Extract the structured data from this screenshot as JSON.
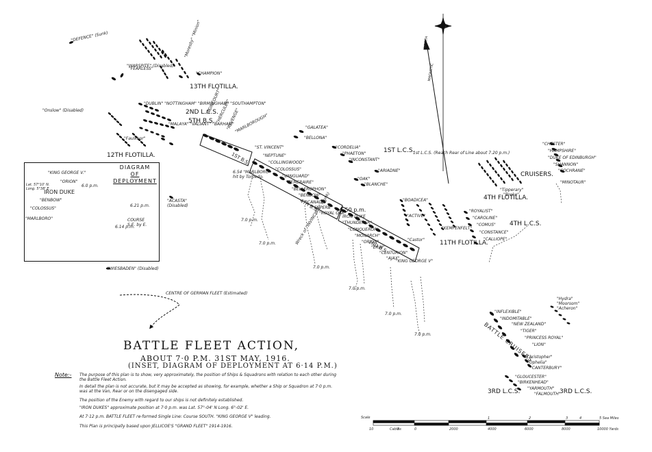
{
  "title": "BATTLE FLEET ACTION,",
  "subtitle": "ABOUT 7·0 P.M. 31ST MAY, 1916.",
  "subtitle2": "(INSET, DIAGRAM OF DEPLOYMENT AT 6·14 P.M.)",
  "note_heading": "Note:-",
  "notes": [
    "The purpose of this plan is to show, very approximately, the position of Ships & Squadrons with relation to each other during the Battle Fleet Action.",
    "In detail the plan is not accurate, but it may be accepted as showing, for example, whether a Ship or Squadron at 7·0 p.m. was at the Van, Rear or on the disengaged side.",
    "The position of the Enemy with regard to our ships is not definitely established.",
    "\"IRON DUKES\" approximate position at 7·0 p.m. was Lat. 57°-04' N Long. 6°-02' E.",
    "At 7·12 p.m. BATTLE FLEET re-formed Single Line: Course SOUTH. \"KING GEORGE V\" leading.",
    "This Plan is principally based upon JELLICOE'S \"GRAND FLEET\" 1914-1916."
  ],
  "compass": {
    "north": "NORTH",
    "magnetic": "MAGNETIC"
  },
  "inset": {
    "title_line1": "DIAGRAM",
    "title_line2": "OF",
    "title_line3": "DEPLOYMENT",
    "latlong": "Lat. 57°10' N. Long. 5°38' E.",
    "ships": [
      "\"KING GEORGE V.\"",
      "\"ORION\"",
      "IRON DUKE",
      "\"BENBOW\"",
      "\"COLOSSUS\"",
      "\"MARLBORO\""
    ],
    "times": [
      "6.0 p.m.",
      "6.21 p.m.",
      "6.14 p.m."
    ],
    "course": "COURSE S.E. by E."
  },
  "units": [
    {
      "text": "13TH FLOTILLA."
    },
    {
      "text": "2ND L.C.S."
    },
    {
      "text": "5TH B.S."
    },
    {
      "text": "12TH FLOTILLA."
    },
    {
      "text": "1ST L.C.S."
    },
    {
      "text": "4TH FLOTILLA."
    },
    {
      "text": "4TH L.C.S."
    },
    {
      "text": "CRUISERS."
    },
    {
      "text": "11TH FLOTILLA."
    },
    {
      "text": "1ST B.S."
    },
    {
      "text": "4TH B.S."
    },
    {
      "text": "2ND B.S."
    },
    {
      "text": "BATTLE CRUISERS"
    },
    {
      "text": "3RD L.C.S."
    },
    {
      "text": "3RD L.C.S."
    }
  ],
  "ship_labels": [
    {
      "text": "\"DEFENCE\" (Sunk)"
    },
    {
      "text": "\"WARSPITE\" (Disabled)"
    },
    {
      "text": "\"FEARLESS\""
    },
    {
      "text": "\"CHAMPION\""
    },
    {
      "text": "\"Moresby\" \"Minion\""
    },
    {
      "text": "\"DUBLIN\" \"NOTTINGHAM\" \"BIRMINGHAM\" \"SOUTHAMPTON\""
    },
    {
      "text": "\"MALAYA\" \"VALIANT\" \"BARHAM\""
    },
    {
      "text": "\"Onslow\" (Disabled)"
    },
    {
      "text": "\"Faulknor\""
    },
    {
      "text": "\"AGINCOURT\""
    },
    {
      "text": "\"HERCULES\""
    },
    {
      "text": "\"REVENGE\""
    },
    {
      "text": "\"MARLBOROUGH\""
    },
    {
      "text": "\"ST. VINCENT\""
    },
    {
      "text": "\"NEPTUNE\""
    },
    {
      "text": "\"COLLINGWOOD\""
    },
    {
      "text": "\"COLOSSUS\""
    },
    {
      "text": "\"VANGUARD\""
    },
    {
      "text": "\"TEMERAIRE\""
    },
    {
      "text": "\"BELLEROPHON\""
    },
    {
      "text": "\"BENBOW\""
    },
    {
      "text": "\"CANADA\""
    },
    {
      "text": "\"SUPERB\""
    },
    {
      "text": "\"ROYAL OAK\""
    },
    {
      "text": "IRON DUKE"
    },
    {
      "text": "\"THUNDERER\""
    },
    {
      "text": "\"CONQUEROR\""
    },
    {
      "text": "\"MONARCH\""
    },
    {
      "text": "\"ORION\""
    },
    {
      "text": "\"ERIN\""
    },
    {
      "text": "\"CENTURION\""
    },
    {
      "text": "\"AJAX\""
    },
    {
      "text": "\"KING GEORGE V\""
    },
    {
      "text": "\"GALATEA\""
    },
    {
      "text": "\"BELLONA\""
    },
    {
      "text": "\"CORDELIA\""
    },
    {
      "text": "\"PHAETON\""
    },
    {
      "text": "\"INCONSTANT\""
    },
    {
      "text": "\"ARIADNE\""
    },
    {
      "text": "\"OAK\""
    },
    {
      "text": "\"BLANCHE\""
    },
    {
      "text": "\"BOADICEA\""
    },
    {
      "text": "\"ACTIVE\""
    },
    {
      "text": "\"Castor\""
    },
    {
      "text": "\"KEMPENFELT\""
    },
    {
      "text": "\"ROYALIST\""
    },
    {
      "text": "\"CAROLINE\""
    },
    {
      "text": "\"COMUS\""
    },
    {
      "text": "\"CONSTANCE\""
    },
    {
      "text": "\"CALLIOPE\""
    },
    {
      "text": "\"Tipperary\""
    },
    {
      "text": "\"Broke\""
    },
    {
      "text": "\"CHESTER\""
    },
    {
      "text": "\"HAMPSHIRE\""
    },
    {
      "text": "\"DUKE OF EDINBURGH\""
    },
    {
      "text": "\"SHANNON\""
    },
    {
      "text": "\"COCHRANE\""
    },
    {
      "text": "\"MINOTAUR\""
    },
    {
      "text": "\"WIESBADEN\" (Disabled)"
    },
    {
      "text": "\"ACASTA\" (Disabled)"
    },
    {
      "text": "Wreck of \"INVINCIBLE\" (Sunk)"
    },
    {
      "text": "6.54 \"MARLBORO\" hit by Torpedo."
    },
    {
      "text": "1st L.C.S. (Reach Rear of Line about 7.20 p.m.)"
    },
    {
      "text": "\"INFLEXIBLE\""
    },
    {
      "text": "\"INDOMITABLE\""
    },
    {
      "text": "\"NEW ZEALAND\""
    },
    {
      "text": "\"TIGER\""
    },
    {
      "text": "\"PRINCESS ROYAL\""
    },
    {
      "text": "\"LION\""
    },
    {
      "text": "\"Christopher\""
    },
    {
      "text": "\"Ophelia\""
    },
    {
      "text": "\"CANTERBURY\""
    },
    {
      "text": "\"GLOUCESTER\""
    },
    {
      "text": "\"BIRKENHEAD\""
    },
    {
      "text": "\"YARMOUTH\""
    },
    {
      "text": "\"FALMOUTH\""
    },
    {
      "text": "\"Hydra\" \"Moorsom\" \"Acheron\""
    },
    {
      "text": "CENTRE OF GERMAN FLEET (Estimated)"
    }
  ],
  "times": [
    "7.0 p.m.",
    "7.0 p.m.",
    "7.0 p.m.",
    "7.0 p.m.",
    "7.0 p.m.",
    "7.0 p.m.",
    "6.50 p.m."
  ],
  "scale": {
    "label": "Scale",
    "sea_miles": "5 Sea Miles",
    "cables": "Cables",
    "yards": "10000 Yards",
    "mile_ticks": [
      "1",
      "2",
      "3",
      "4"
    ],
    "yard_ticks": [
      "2000",
      "4000",
      "6000",
      "8000"
    ],
    "cable_ticks": [
      "10",
      "5",
      "0"
    ]
  },
  "colors": {
    "ink": "#111111",
    "paper": "#ffffff"
  }
}
